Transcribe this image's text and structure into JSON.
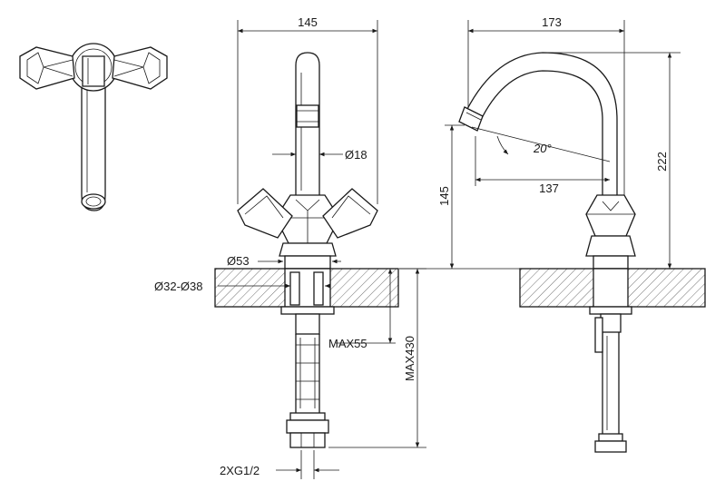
{
  "dimensions": {
    "top_width": "145",
    "spout_width": "173",
    "pipe_diameter": "Ø18",
    "spout_height": "222",
    "angle": "20°",
    "spout_reach": "137",
    "deck_height": "145",
    "base_diameter": "Ø53",
    "hole_diameter": "Ø32-Ø38",
    "max_deck": "MAX55",
    "max_length": "MAX430",
    "connection": "2XG1/2"
  }
}
